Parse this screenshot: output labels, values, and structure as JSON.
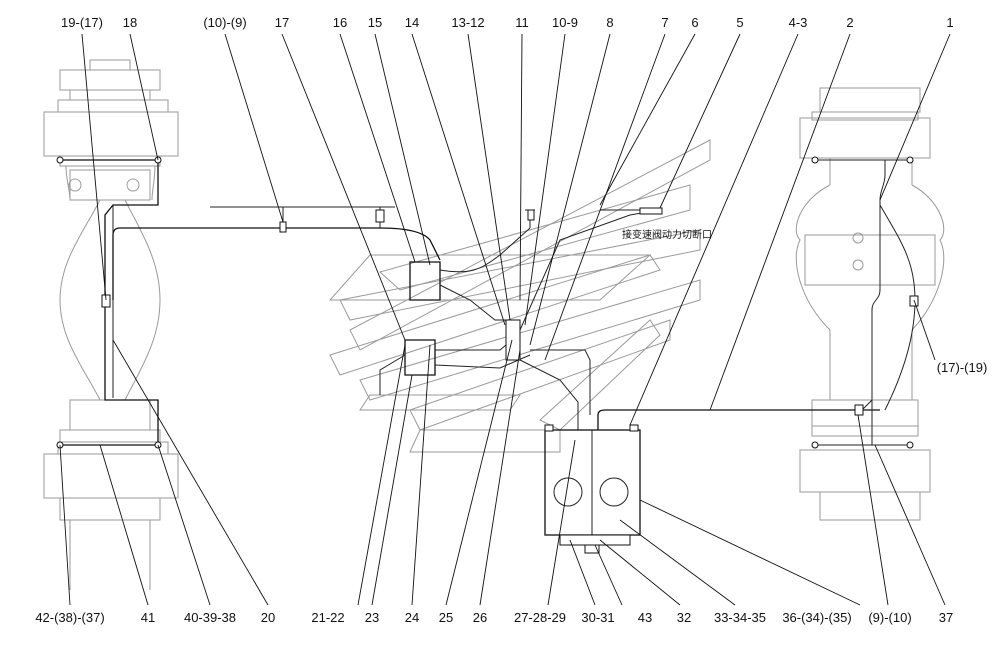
{
  "callouts_top": [
    "19-(17)",
    "18",
    "(10)-(9)",
    "17",
    "16",
    "15",
    "14",
    "13-12",
    "11",
    "10-9",
    "8",
    "7",
    "6",
    "5",
    "4-3",
    "2",
    "1"
  ],
  "callouts_bottom": [
    "42-(38)-(37)",
    "41",
    "40-39-38",
    "20",
    "21-22",
    "23",
    "24",
    "25",
    "26",
    "27-28-29",
    "30-31",
    "43",
    "32",
    "33-34-35",
    "36-(34)-(35)",
    "(9)-(10)",
    "37"
  ],
  "callout_right": "(17)-(19)",
  "note": "接变速阀动力切断口",
  "colors": {
    "line": "#111111",
    "outline": "#9a9a9a",
    "background": "#ffffff"
  }
}
